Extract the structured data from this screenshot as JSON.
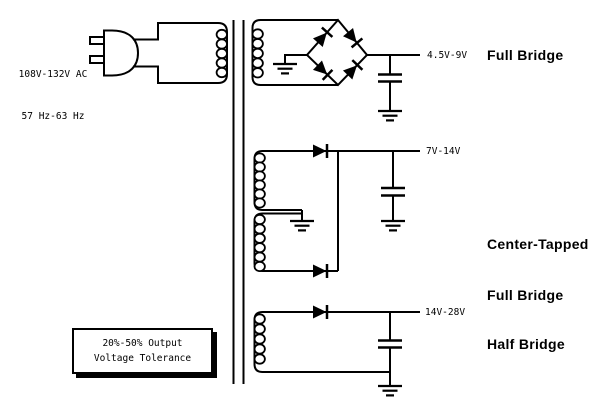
{
  "colors": {
    "background": "#ffffff",
    "line": "#000000",
    "text": "#000000"
  },
  "source": {
    "voltage": "108V-132V AC",
    "frequency": "57 Hz-63 Hz"
  },
  "circuits": [
    {
      "output": "4.5V-9V",
      "label1": "Full Bridge"
    },
    {
      "output": "7V-14V",
      "label1": "Center-Tapped",
      "label2": "Full Bridge"
    },
    {
      "output": "14V-28V",
      "label1": "Half Bridge"
    }
  ],
  "note": {
    "line1": "20%-50% Output",
    "line2": "Voltage Tolerance"
  }
}
